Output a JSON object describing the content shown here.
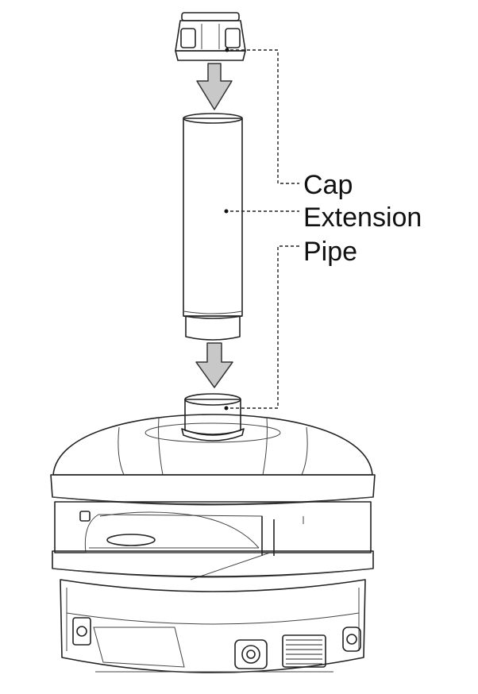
{
  "labels": {
    "cap": "Cap",
    "extension": "Extension",
    "pipe": "Pipe"
  },
  "colors": {
    "extension_fill": "#a3a4a3",
    "arrow_fill": "#c8c8c8",
    "line": "#222222",
    "background": "#ffffff"
  },
  "icons": {
    "arrow_upper": "down-arrow-icon",
    "arrow_lower": "down-arrow-icon"
  }
}
